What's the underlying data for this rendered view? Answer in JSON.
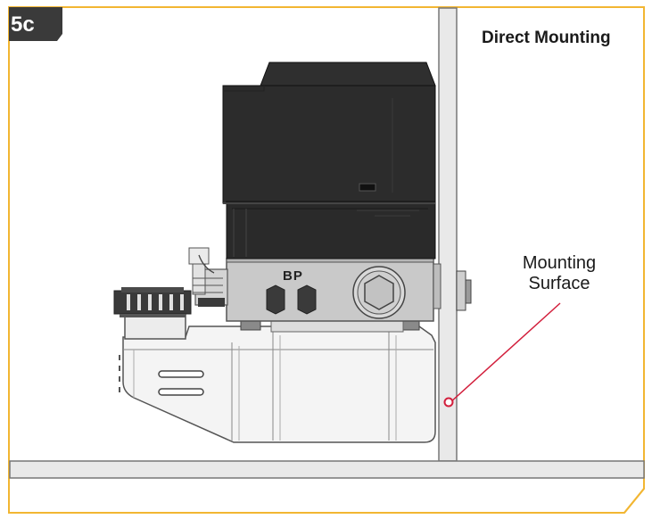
{
  "figure": {
    "badge": "5c",
    "title": "Direct Mounting",
    "callout": {
      "line1": "Mounting",
      "line2": "Surface"
    },
    "part_mark": "BP"
  },
  "colors": {
    "frame": "#f2b632",
    "badge_bg": "#3a3a3a",
    "motor": "#2c2c2c",
    "panel": "#c8c8c8",
    "panel_edge": "#555555",
    "body_light": "#e6e6e6",
    "reservoir": "#f4f4f4",
    "leader": "#d21f3c"
  },
  "icons": [
    "mounting-bolt-icon",
    "fitting-icon",
    "filler-cap-icon",
    "plug-icon"
  ]
}
